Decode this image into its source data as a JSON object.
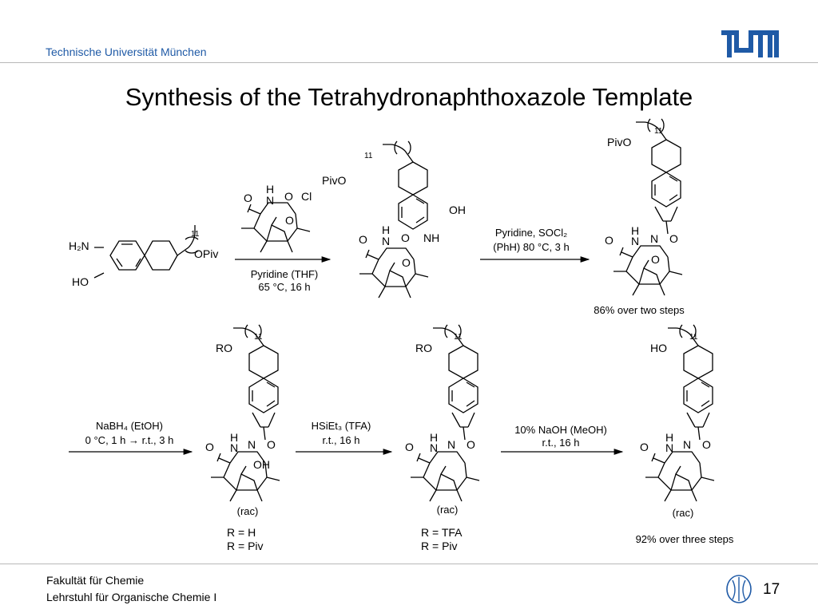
{
  "header": {
    "institution": "Technische Universität München"
  },
  "slide": {
    "title": "Synthesis of the Tetrahydronaphthoxazole Template"
  },
  "scheme": {
    "sm_amine": {
      "amine": "H₂N",
      "hydroxy": "HO",
      "chain": "OPiv",
      "n": "11"
    },
    "acid_chloride": {
      "o": "O",
      "n": "N",
      "h": "H",
      "o2": "O",
      "cl": "Cl",
      "o3": "O"
    },
    "step1": {
      "reagent": "Pyridine (THF)",
      "conditions": "65 °C, 16 h"
    },
    "amide": {
      "chain": "PivO",
      "n": "11",
      "oh": "OH",
      "o": "O",
      "nlabel": "N",
      "h": "H",
      "o2": "O",
      "nh": "NH",
      "o3": "O"
    },
    "step2": {
      "reagent": "Pyridine, SOCl₂",
      "conditions": "(PhH) 80 °C, 3 h"
    },
    "oxazole1": {
      "chain": "PivO",
      "n": "11",
      "o": "O",
      "nlabel": "N",
      "h": "H",
      "nox": "N",
      "oox": "O",
      "o2": "O"
    },
    "yield1": "86% over two steps",
    "step3": {
      "reagent": "NaBH₄ (EtOH)",
      "conditions": "0 °C, 1 h → r.t., 3 h"
    },
    "reduced": {
      "chain": "RO",
      "n": "11",
      "o": "O",
      "nlabel": "N",
      "h": "H",
      "nox": "N",
      "oox": "O",
      "oh": "OH",
      "rac": "(rac)",
      "r1": "R = H",
      "r2": "R = Piv"
    },
    "step4": {
      "reagent": "HSiEt₃ (TFA)",
      "conditions": "r.t., 16 h"
    },
    "silane": {
      "chain": "RO",
      "n": "11",
      "o": "O",
      "nlabel": "N",
      "h": "H",
      "nox": "N",
      "oox": "O",
      "rac": "(rac)",
      "r1": "R = TFA",
      "r2": "R = Piv"
    },
    "step5": {
      "reagent": "10% NaOH (MeOH)",
      "conditions": "r.t., 16 h"
    },
    "final": {
      "chain": "HO",
      "n": "11",
      "o": "O",
      "nlabel": "N",
      "h": "H",
      "nox": "N",
      "oox": "O",
      "rac": "(rac)"
    },
    "yield2": "92% over three steps"
  },
  "footer": {
    "faculty": "Fakultät für Chemie",
    "chair": "Lehrstuhl für Organische Chemie I",
    "page": "17"
  },
  "colors": {
    "brand_blue": "#1f5aa6",
    "rule": "#b8b8b8"
  }
}
